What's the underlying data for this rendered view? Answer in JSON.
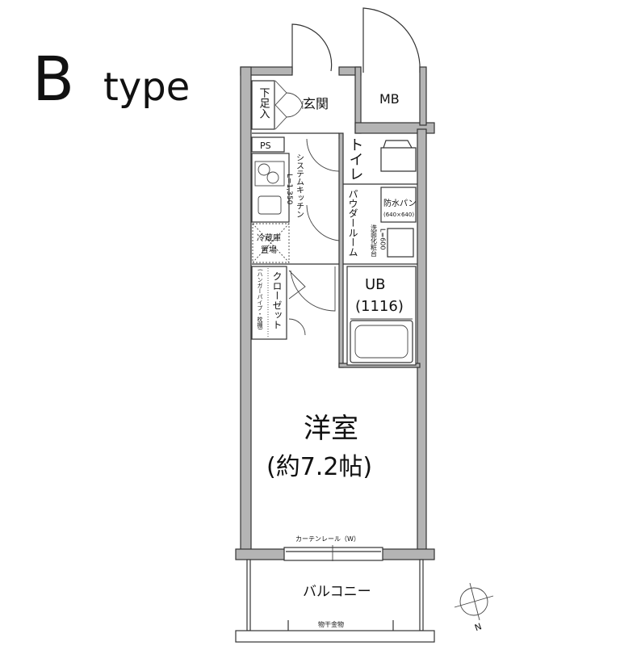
{
  "title": {
    "letter": "B",
    "suffix": "type"
  },
  "rooms": {
    "entrance": "玄関",
    "shoe_cabinet": "下足入",
    "meter_box": "MB",
    "pipe_space": "PS",
    "kitchen": "システムキッチン",
    "kitchen_size": "L=1,350",
    "fridge": [
      "冷蔵庫",
      "置場"
    ],
    "closet": "クローゼット",
    "closet_note": "(ハンガーパイプ・枕棚)",
    "toilet": "トイレ",
    "powder_room": "パウダールーム",
    "waterproof_pan": "防水パン",
    "waterproof_pan_size": "(640×640)",
    "vanity": "洗面化粧台",
    "vanity_size": "L=600",
    "bath": "UB",
    "bath_size": "(1116)",
    "western_room": "洋室",
    "western_room_size": "(約7.2帖)",
    "curtain_rail": "カーテンレール（W）",
    "balcony": "バルコニー",
    "laundry_hardware": "物干金物"
  },
  "compass": {
    "label": "N"
  }
}
